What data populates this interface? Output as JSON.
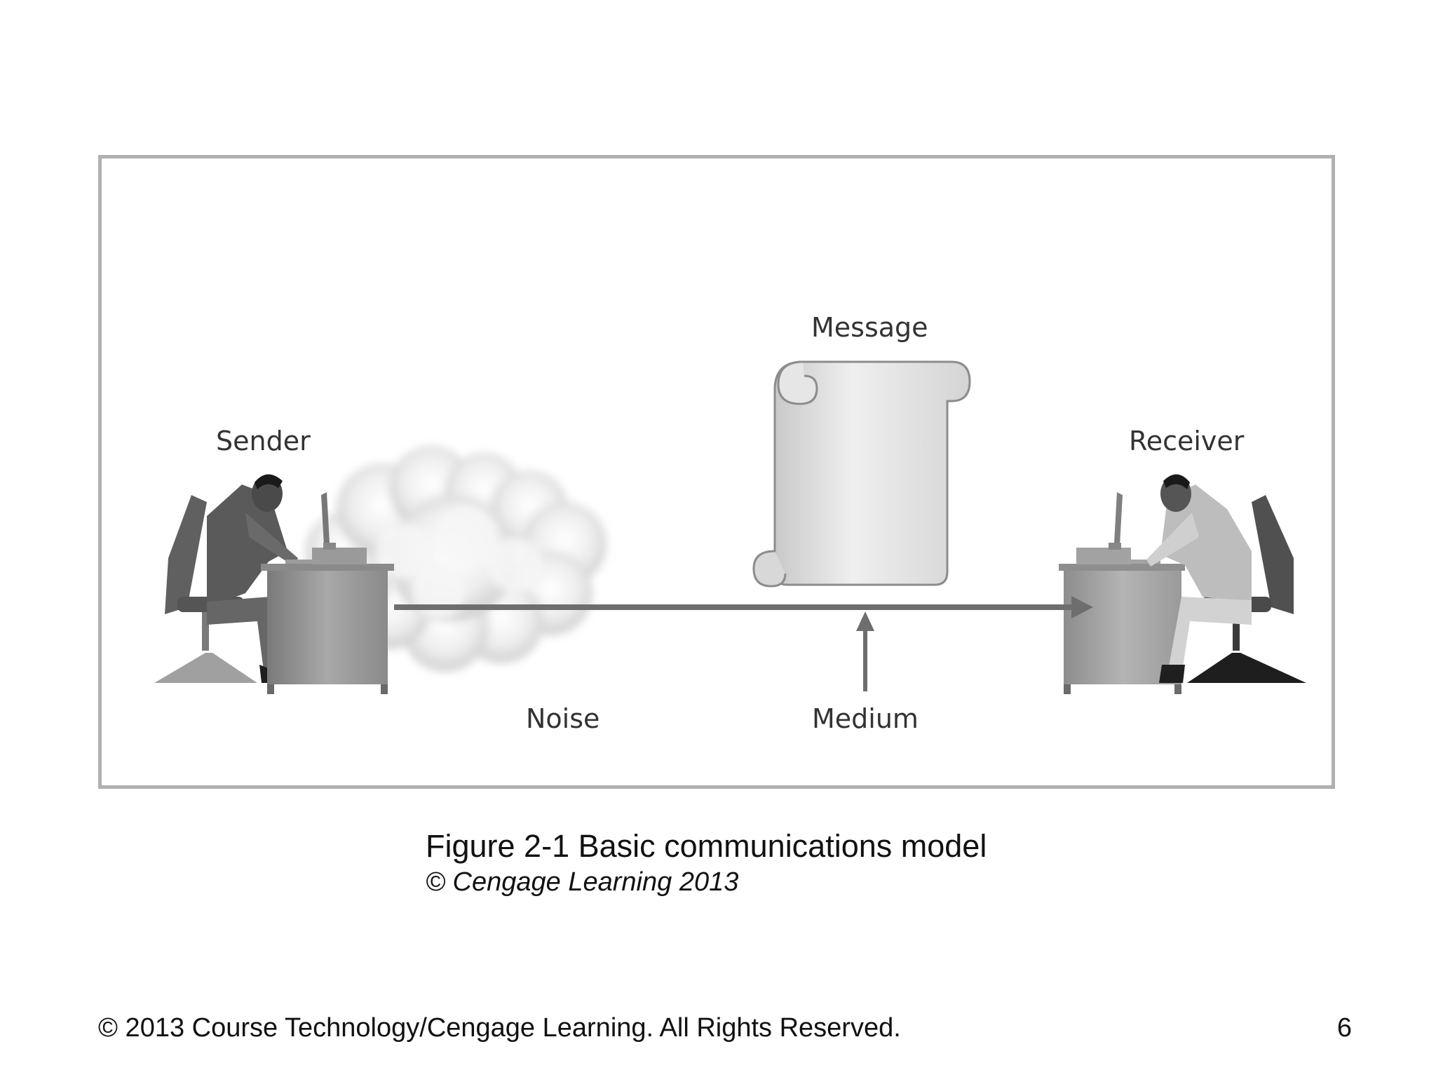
{
  "diagram": {
    "sender_label": "Sender",
    "receiver_label": "Receiver",
    "message_label": "Message",
    "noise_label": "Noise",
    "medium_label": "Medium"
  },
  "caption": {
    "title": "Figure 2-1 Basic communications model",
    "credit": "© Cengage Learning 2013"
  },
  "footer": {
    "copyright": "© 2013 Course Technology/Cengage Learning. All Rights Reserved.",
    "page_number": "6"
  },
  "colors": {
    "frame_border": "#b0b0b0",
    "line": "#6e6e6e",
    "label_text": "#333333"
  }
}
